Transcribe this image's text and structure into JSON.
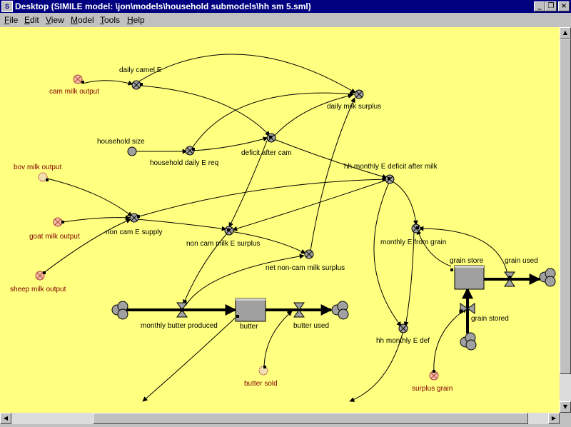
{
  "window": {
    "title": "Desktop (SIMILE model: \\jon\\models\\household submodels\\hh sm 5.sml)",
    "minimize_glyph": "_",
    "restore_glyph": "❐",
    "close_glyph": "×"
  },
  "menu": {
    "items": [
      "File",
      "Edit",
      "View",
      "Model",
      "Tools",
      "Help"
    ]
  },
  "diagram": {
    "variables": {
      "cam_milk_output": "cam milk output",
      "daily_camel_E": "daily camel E",
      "daily_milk_surplus": "daily milk surplus",
      "household_size": "household size",
      "household_daily_E_req": "household daily E req",
      "deficit_after_cam": "deficit after cam",
      "hh_monthly_E_deficit_after_milk": "hh monthly E deficit after milk",
      "bov_milk_output": "bov milk output",
      "goat_milk_output": "goat milk output",
      "sheep_milk_output": "sheep milk output",
      "non_cam_E_supply": "non cam E supply",
      "non_cam_milk_E_surplus": "non cam milk E surplus",
      "net_non_cam_milk_surplus": "net non-cam milk surplus",
      "monthly_E_from_grain": "monthly E from grain",
      "hh_monthly_E_def": "hh monthly E def",
      "butter_sold": "butter sold",
      "surplus_grain": "surplus grain"
    },
    "compartments": {
      "butter": "butter",
      "grain_store": "grain store"
    },
    "flows": {
      "monthly_butter_produced": "monthly butter produced",
      "butter_used": "butter used",
      "grain_used": "grain used",
      "grain_stored": "grain stored"
    },
    "colors": {
      "background": "#ffff80",
      "input_label": "#800000",
      "label": "#000000",
      "node_fill": "#a0a0a0"
    }
  }
}
